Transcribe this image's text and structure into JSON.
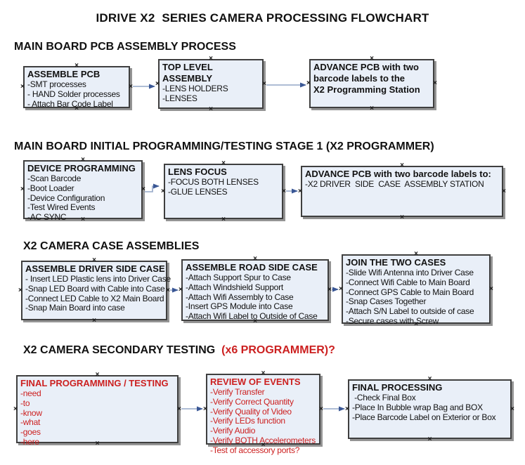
{
  "title": "IDRIVE X2  SERIES CAMERA PROCESSING FLOWCHART",
  "connection_marker": "×",
  "colors": {
    "box_fill": "#e9eff8",
    "box_border": "#3f3f3f",
    "box_shadow": "#949494",
    "arrow_line": "#94a7c7",
    "arrow_head": "#3a5795",
    "red_text": "#cc2020",
    "black_text": "#111111"
  },
  "sections": [
    {
      "heading": "MAIN BOARD PCB ASSEMBLY PROCESS",
      "boxes": [
        {
          "heading": "ASSEMBLE PCB",
          "items": [
            "-SMT processes",
            "- HAND Solder processes",
            "- Attach Bar Code Label"
          ]
        },
        {
          "heading": "TOP LEVEL ASSEMBLY",
          "items": [
            "-LENS HOLDERS",
            "-LENSES"
          ]
        },
        {
          "heading": "ADVANCE PCB with two\nbarcode labels to the\n X2 Programming Station",
          "items": []
        }
      ]
    },
    {
      "heading": "MAIN BOARD INITIAL PROGRAMMING/TESTING STAGE 1 (X2 PROGRAMMER)",
      "boxes": [
        {
          "heading": "DEVICE PROGRAMMING",
          "items": [
            "-Scan Barcode",
            "-Boot Loader",
            "-Device Configuration",
            "-Test Wired Events",
            "-AC SYNC"
          ]
        },
        {
          "heading": "LENS FOCUS",
          "items": [
            "-FOCUS BOTH LENSES",
            "-GLUE LENSES"
          ]
        },
        {
          "heading": "ADVANCE PCB with two barcode labels to:",
          "items": [
            "-X2 DRIVER  SIDE  CASE  ASSEMBLY STATION"
          ]
        }
      ]
    },
    {
      "heading": "X2 CAMERA CASE ASSEMBLIES",
      "boxes": [
        {
          "heading": "ASSEMBLE DRIVER SIDE CASE",
          "items": [
            "- Insert LED Plastic lens into Driver Case",
            "-Snap LED Board with Cable into Case",
            "-Connect LED Cable to X2 Main Board",
            "-Snap Main Board into case"
          ]
        },
        {
          "heading": "ASSEMBLE ROAD SIDE CASE",
          "items": [
            "-Attach Support Spur to Case",
            "-Attach Windshield Support",
            "-Attach Wifi Assembly to Case",
            "-Insert GPS Module into Case",
            "-Attach Wifi Label to Outside of Case"
          ]
        },
        {
          "heading": "JOIN THE TWO CASES",
          "items": [
            "-Slide Wifi Antenna into Driver Case",
            "-Connect Wifi Cable to Main Board",
            "-Connect GPS Cable to Main Board",
            "-Snap Cases Together",
            "-Attach S/N Label to outside of case",
            "-Secure cases with Screw"
          ]
        }
      ]
    },
    {
      "heading": "X2 CAMERA SECONDARY TESTING  ",
      "heading_red": "(x6 PROGRAMMER)?",
      "boxes": [
        {
          "heading": "FINAL PROGRAMMING / TESTING",
          "items": [
            "-need",
            "-to",
            "-know",
            "-what",
            "-goes",
            "-here"
          ]
        },
        {
          "heading": "REVIEW OF EVENTS",
          "items": [
            "-Verify Transfer",
            "-Verify Correct Quantity",
            "-Verify Quality of Video",
            "-Verify LEDs function",
            "-Verify Audio",
            "-Verify BOTH Accelerometers",
            "-Test of accessory ports?"
          ]
        },
        {
          "heading": "FINAL PROCESSING",
          "items": [
            " -Check Final Box",
            "-Place In Bubble wrap Bag and BOX",
            "-Place Barcode Label on Exterior or Box"
          ]
        }
      ]
    }
  ]
}
